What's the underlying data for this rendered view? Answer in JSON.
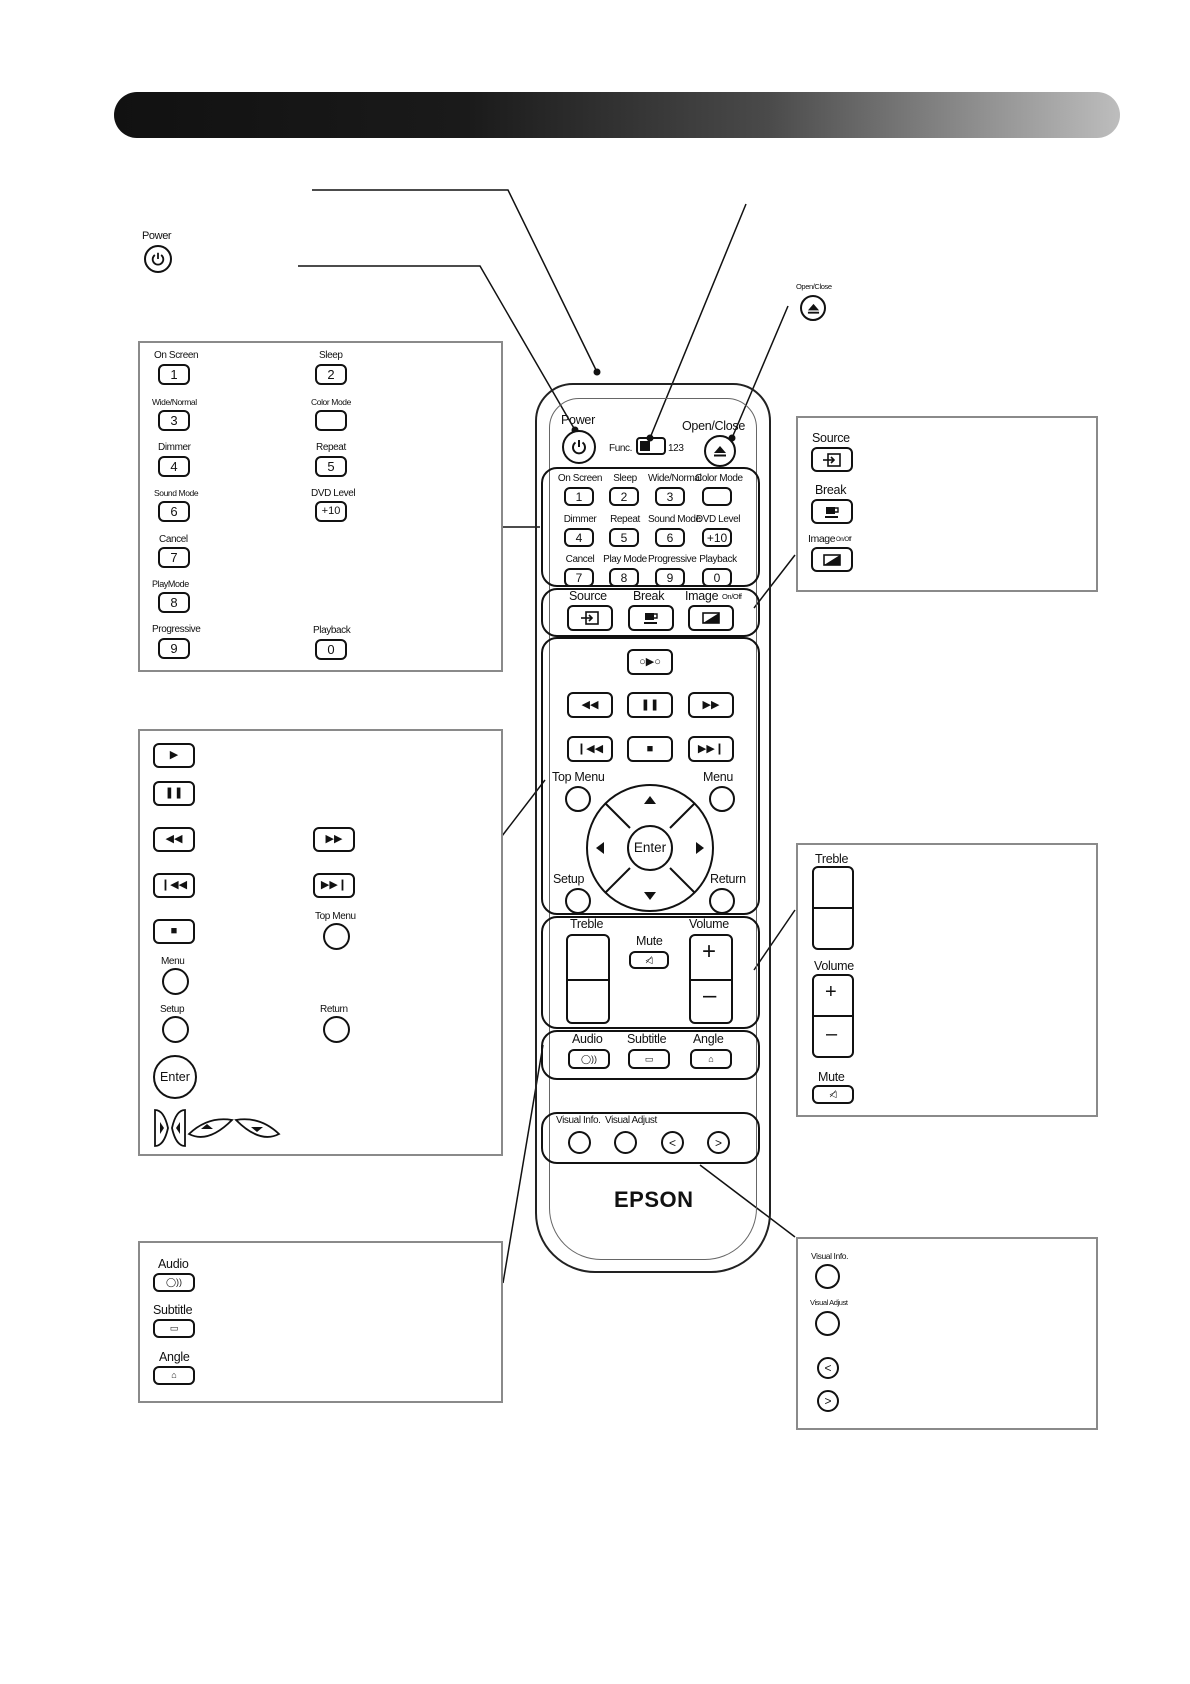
{
  "remote": {
    "brand": "EPSON",
    "power": {
      "label": "Power",
      "icon": "power-icon"
    },
    "open_close": {
      "label": "Open/Close",
      "icon": "eject-icon"
    },
    "func_switch": {
      "left": "Func.",
      "right": "123"
    },
    "number_keys": [
      {
        "label": "On Screen",
        "key": "1"
      },
      {
        "label": "Sleep",
        "key": "2"
      },
      {
        "label": "Wide/Normal",
        "key": "3"
      },
      {
        "label": "Color Mode",
        "key": ""
      },
      {
        "label": "Dimmer",
        "key": "4"
      },
      {
        "label": "Repeat",
        "key": "5"
      },
      {
        "label": "Sound Mode",
        "key": "6"
      },
      {
        "label": "DVD Level",
        "key": "+10"
      },
      {
        "label": "Cancel",
        "key": "7"
      },
      {
        "label": "Play Mode",
        "key": "8"
      },
      {
        "label": "Progressive",
        "key": "9"
      },
      {
        "label": "Playback",
        "key": "0"
      }
    ],
    "source": "Source",
    "break": "Break",
    "image": "Image",
    "image_sub": "On/Off",
    "top_menu": "Top Menu",
    "menu": "Menu",
    "enter": "Enter",
    "setup": "Setup",
    "return": "Return",
    "treble": "Treble",
    "mute": "Mute",
    "volume": "Volume",
    "plus": "+",
    "minus": "–",
    "audio": "Audio",
    "subtitle": "Subtitle",
    "angle": "Angle",
    "visual_info": "Visual Info.",
    "visual_adjust": "Visual Adjust",
    "prev": "<",
    "next": ">"
  },
  "callouts": {
    "power": {
      "label": "Power"
    },
    "open_close": {
      "label": "Open/Close"
    },
    "numbers": {
      "on_screen": "On Screen",
      "k1": "1",
      "sleep": "Sleep",
      "k2": "2",
      "wide_normal": "Wide/Normal",
      "k3": "3",
      "color_mode": "Color Mode",
      "dimmer": "Dimmer",
      "k4": "4",
      "repeat": "Repeat",
      "k5": "5",
      "sound_mode": "Sound Mode",
      "k6": "6",
      "dvd_level": "DVD Level",
      "k10": "+10",
      "cancel": "Cancel",
      "k7": "7",
      "play_mode": "PlayMode",
      "k8": "8",
      "progressive": "Progressive",
      "k9": "9",
      "playback": "Playback",
      "k0": "0"
    },
    "source": {
      "source": "Source",
      "break": "Break",
      "image": "Image",
      "image_sub": "On/Off"
    },
    "playback": {
      "top_menu": "Top Menu",
      "menu": "Menu",
      "setup": "Setup",
      "return": "Return",
      "enter": "Enter"
    },
    "audio": {
      "treble": "Treble",
      "volume": "Volume",
      "plus": "+",
      "minus": "–",
      "mute": "Mute"
    },
    "disc": {
      "audio": "Audio",
      "subtitle": "Subtitle",
      "angle": "Angle"
    },
    "visual": {
      "visual_info": "Visual Info.",
      "visual_adjust": "Visual Adjust",
      "prev": "<",
      "next": ">"
    }
  },
  "colors": {
    "banner_start": "#111111",
    "banner_end": "#bdbdbd",
    "panel_border": "#8a8a8a"
  }
}
